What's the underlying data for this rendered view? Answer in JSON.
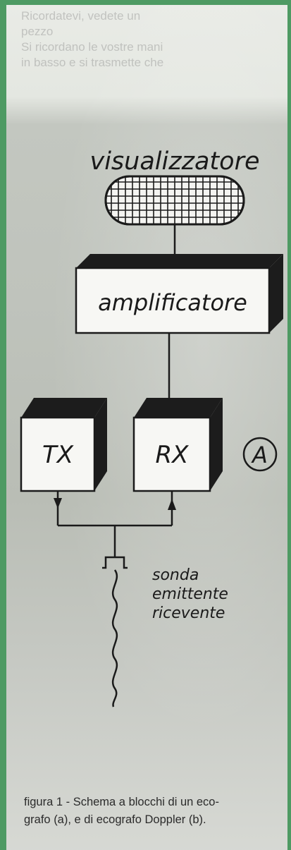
{
  "background_text": [
    "Ricordatevi, vedete un",
    "pezzo",
    "Si ricordano le vostre mani",
    "in basso e si trasmette che"
  ],
  "diagram": {
    "display_label": "visualizzatore",
    "amplifier_label": "amplificatore",
    "tx_label": "TX",
    "rx_label": "RX",
    "figure_marker": "A",
    "probe_label": [
      "sonda",
      "emittente",
      "ricevente"
    ]
  },
  "caption": {
    "line1": "figura 1 - Schema a blocchi di un eco-",
    "line2": "grafo (a), e di ecografo Doppler (b)."
  },
  "colors": {
    "border": "#4e9a63",
    "ink": "#1a1a1a"
  }
}
